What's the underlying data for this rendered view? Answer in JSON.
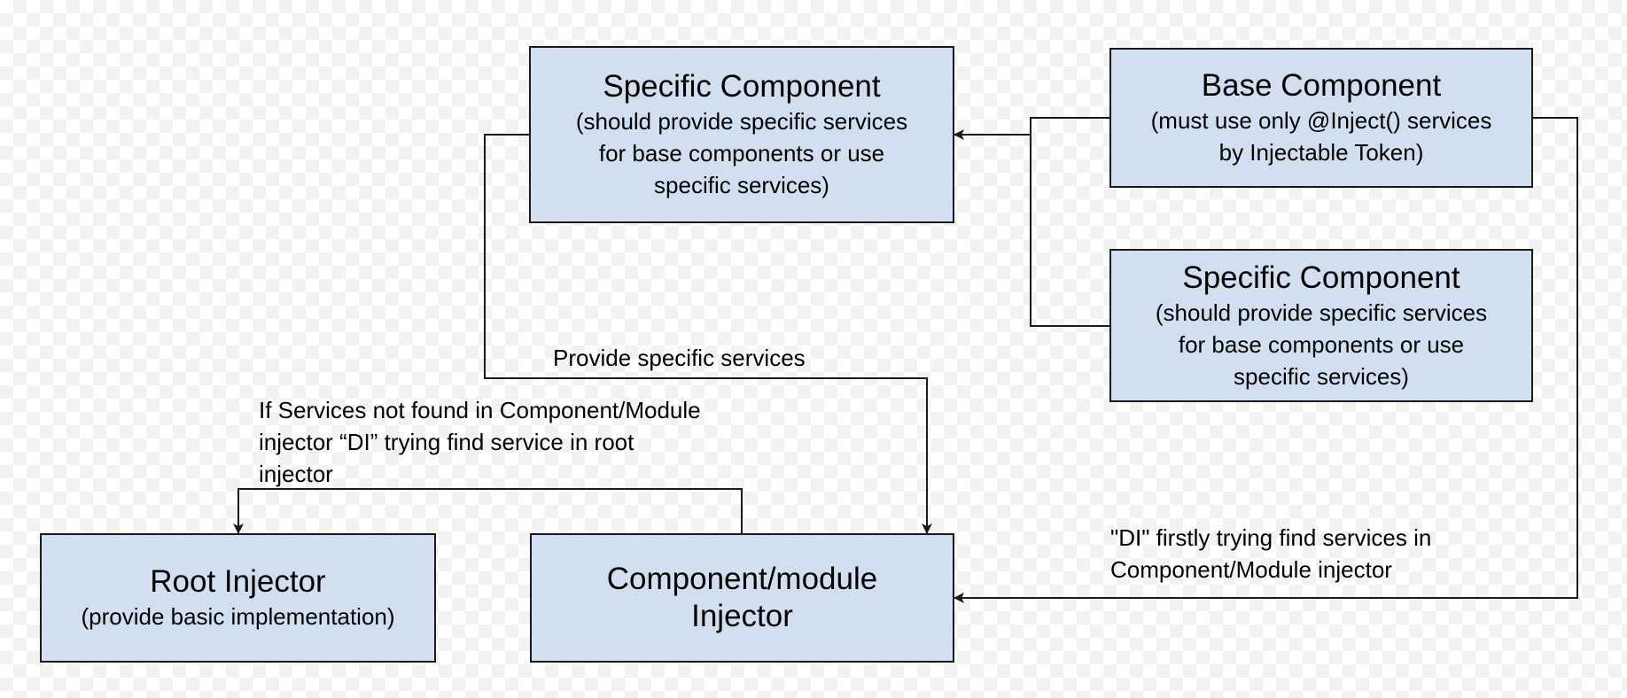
{
  "boxes": {
    "specific_top": {
      "title": "Specific Component",
      "subtitle_lines": [
        "(should provide specific services",
        "for base components or use",
        "specific services)"
      ]
    },
    "base": {
      "title": "Base Component",
      "subtitle_lines": [
        "(must use only @Inject() services",
        "by Injectable Token)"
      ]
    },
    "specific_right": {
      "title": "Specific Component",
      "subtitle_lines": [
        "(should provide specific services",
        "for base components or use",
        "specific services)"
      ]
    },
    "root": {
      "title": "Root Injector",
      "subtitle_lines": [
        "(provide basic implementation)"
      ]
    },
    "component_module": {
      "title_lines": [
        "Component/module",
        "Injector"
      ]
    }
  },
  "labels": {
    "provide_specific": "Provide specific services",
    "root_fallback_lines": [
      "If Services not found in Component/Module",
      "injector “DI” trying find service in root",
      "injector"
    ],
    "di_first_lines": [
      "\"DI\" firstly trying find services in",
      "Component/Module injector"
    ]
  },
  "colors": {
    "box_fill": "#d1dff0",
    "stroke": "#1a1a1a"
  }
}
